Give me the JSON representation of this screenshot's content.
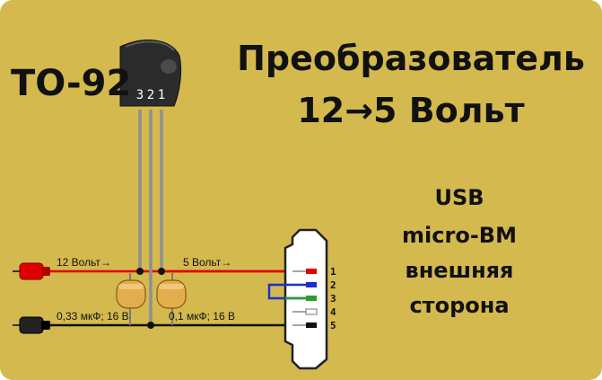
{
  "title": {
    "line1": "Преобразователь",
    "line2": "12→5 Вольт"
  },
  "package_label": "TO-92",
  "transistor_pins": [
    "3",
    "2",
    "1"
  ],
  "usb_caption": {
    "line1": "USB",
    "line2": "micro-BM",
    "line3": "внешняя",
    "line4": "сторона"
  },
  "labels": {
    "input_voltage": "12 Вольт→",
    "output_voltage": "5 Вольт→",
    "cap1": "0,33 мкФ; 16 В",
    "cap2": "0,1 мкФ; 16 В"
  },
  "usb_pins": [
    "1",
    "2",
    "3",
    "4",
    "5"
  ],
  "colors": {
    "background": "#d4b94f",
    "wire_positive": "#e00000",
    "wire_ground": "#111111",
    "wire_bridge": "#1a2fd0",
    "wire_green": "#2aa02a",
    "capacitor": "#e0a848"
  }
}
